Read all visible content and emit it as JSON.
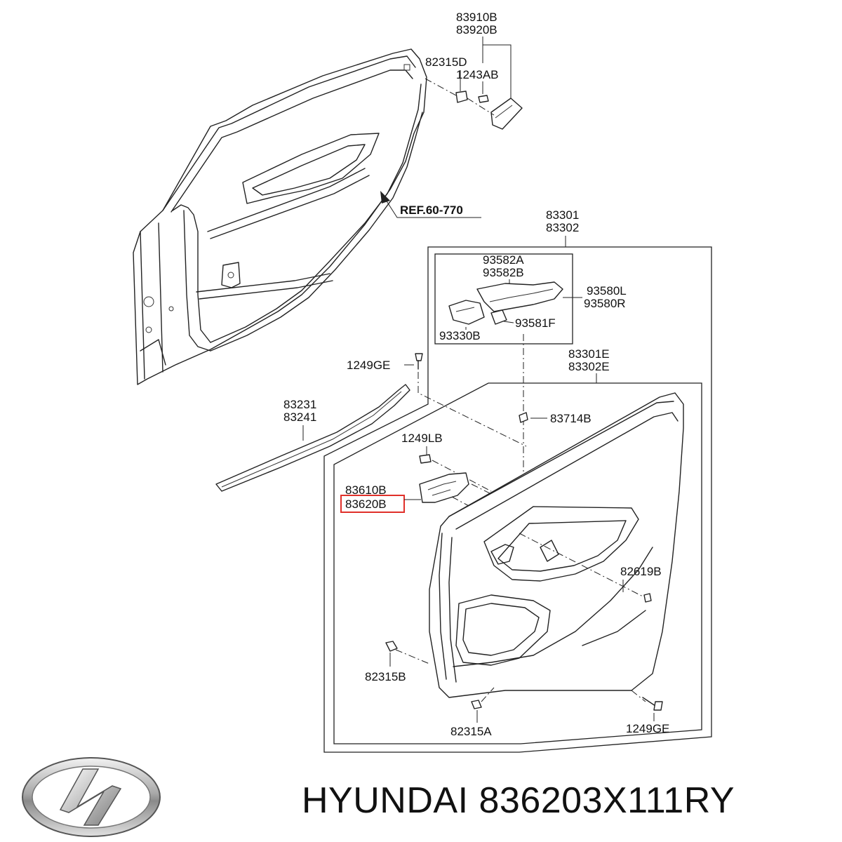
{
  "diagram": {
    "callouts": {
      "c83910B": "83910B",
      "c83920B": "83920B",
      "c82315D": "82315D",
      "c1243AB": "1243AB",
      "ref": "REF.60-770",
      "c83301": "83301",
      "c83302": "83302",
      "c93582A": "93582A",
      "c93582B": "93582B",
      "c93580L": "93580L",
      "c93580R": "93580R",
      "c93330B": "93330B",
      "c93581F": "93581F",
      "c83301E": "83301E",
      "c83302E": "83302E",
      "c1249GE_top": "1249GE",
      "c83231": "83231",
      "c83241": "83241",
      "c83714B": "83714B",
      "c1249LB": "1249LB",
      "c83610B": "83610B",
      "c83620B": "83620B",
      "c82619B": "82619B",
      "c82315B": "82315B",
      "c82315A": "82315A",
      "c1249GE_bottom": "1249GE"
    },
    "highlight_color": "#e0302a"
  },
  "caption": {
    "text": "HYUNDAI 836203X111RY"
  }
}
